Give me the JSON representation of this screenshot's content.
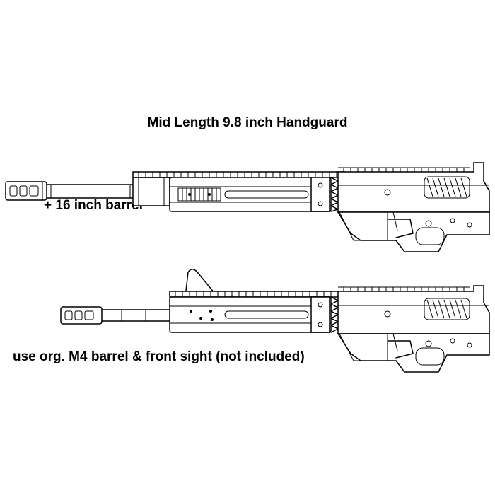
{
  "diagram": {
    "title": "Mid Length 9.8 inch Handguard",
    "top_caption": "+ 16 inch barrel",
    "bottom_caption": "use org. M4 barrel & front sight (not included)",
    "line_color": "#000000",
    "background_color": "#ffffff"
  }
}
